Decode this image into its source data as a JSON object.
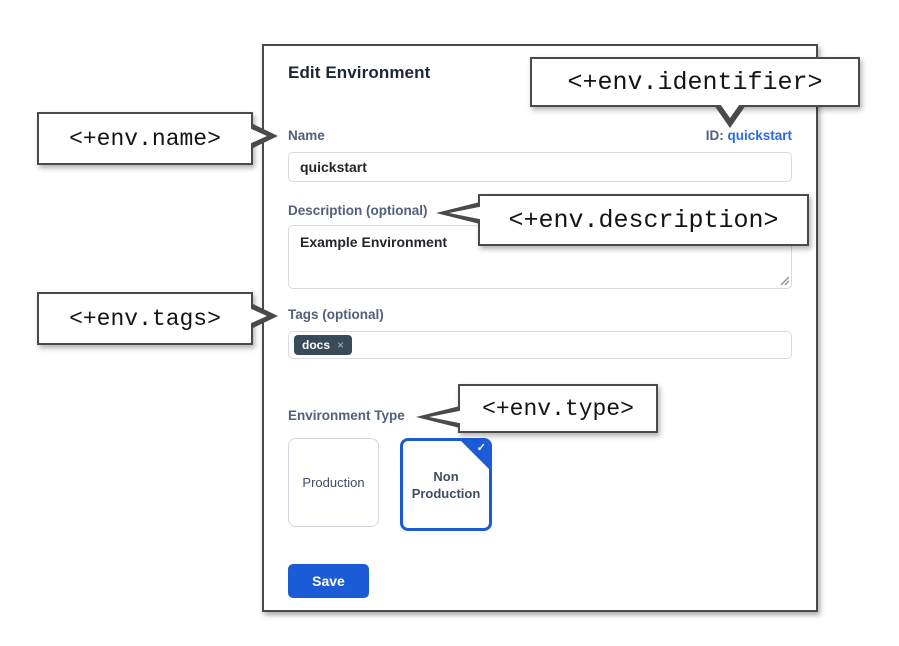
{
  "colors": {
    "accent_blue": "#1b5cd6",
    "link_blue": "#2b6be4",
    "tag_chip_bg": "#394b59",
    "panel_border": "#4a4a4a"
  },
  "icons": {
    "tag_remove_glyph": "×",
    "selected_check_glyph": "✓"
  },
  "dialog": {
    "title": "Edit Environment",
    "name_field": {
      "label": "Name",
      "value": "quickstart"
    },
    "id_field": {
      "prefix": "ID:",
      "value": "quickstart"
    },
    "description_field": {
      "label": "Description (optional)",
      "value": "Example Environment"
    },
    "tags_field": {
      "label": "Tags (optional)",
      "tags": [
        {
          "label": "docs"
        }
      ]
    },
    "env_type": {
      "label": "Environment Type",
      "options": [
        {
          "label": "Production",
          "selected": false
        },
        {
          "label": "Non Production",
          "selected": true
        }
      ]
    },
    "save_label": "Save"
  },
  "callouts": {
    "identifier": "<+env.identifier>",
    "name": "<+env.name>",
    "description": "<+env.description>",
    "tags": "<+env.tags>",
    "type": "<+env.type>"
  }
}
